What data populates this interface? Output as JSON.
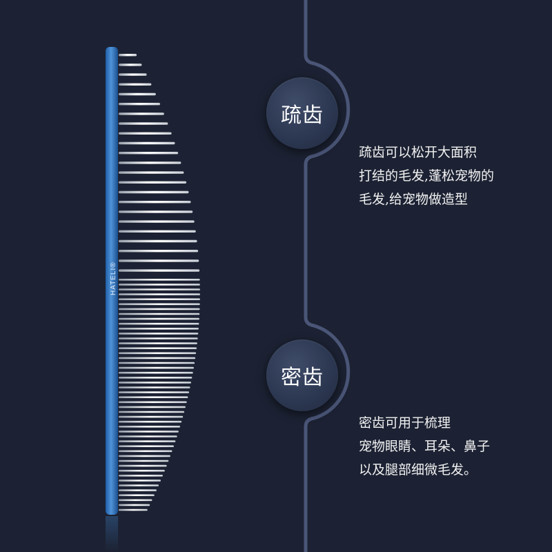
{
  "brand": {
    "handle_text": "HATELI®"
  },
  "colors": {
    "background": "#1c2233",
    "handle_blue": "#3f7fc4",
    "divider": "#4a5577",
    "text": "#f2f2f2"
  },
  "sections": [
    {
      "badge": "疏齿",
      "lines": [
        "疏齿可以松开大面积",
        "打结的毛发,蓬松宠物的",
        "毛发,给宠物做造型"
      ]
    },
    {
      "badge": "密齿",
      "lines": [
        "密齿可用于梳理",
        "宠物眼睛、耳朵、鼻子",
        "以及腿部细微毛发。"
      ]
    }
  ]
}
